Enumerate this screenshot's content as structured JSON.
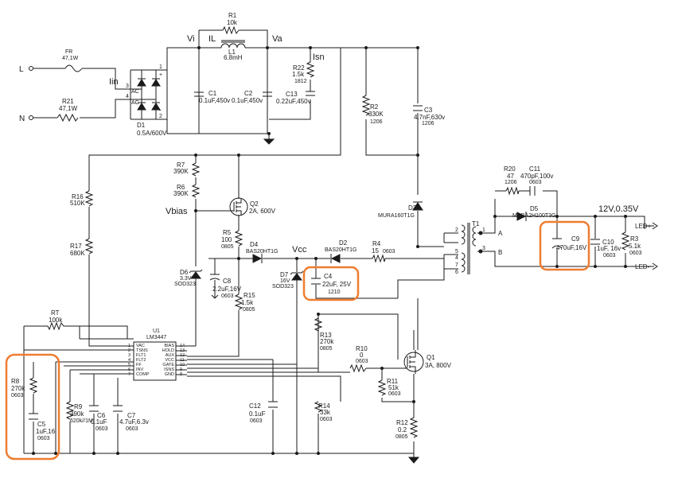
{
  "highlight_color": "#ed7d31",
  "nets": {
    "vi": "Vi",
    "il": "IL",
    "va": "Va",
    "iin": "Iin",
    "isn": "Isn",
    "vbias": "Vbias",
    "vcc": "Vcc"
  },
  "terminals": {
    "l": "L",
    "n": "N",
    "a": "A",
    "b": "B",
    "led_plus": "LED+",
    "led_minus": "LED-"
  },
  "output_label": "12V,0.35V",
  "components": {
    "fr": {
      "ref": "FR",
      "val": "47,1W"
    },
    "r21": {
      "ref": "R21",
      "val": "47,1W"
    },
    "d1": {
      "ref": "D1",
      "val": "0.5A/600V"
    },
    "bridge_pins": {
      "p1": "1",
      "p2": "2",
      "p3": "3",
      "p4": "4",
      "ac1": "AC",
      "ac2": "AC",
      "plus": "+",
      "minus": "-"
    },
    "r1": {
      "ref": "R1",
      "val": "10k"
    },
    "l1": {
      "ref": "L1",
      "val": "6.8mH"
    },
    "c1": {
      "ref": "C1",
      "val": "0.1uF,450v"
    },
    "c2": {
      "ref": "C2",
      "val": "0.1uF,450v"
    },
    "r22": {
      "ref": "R22",
      "val": "1.5k",
      "pkg": "1812"
    },
    "c13": {
      "ref": "C13",
      "val": "0.22uF,450v"
    },
    "r2": {
      "ref": "R2",
      "val": "330K",
      "pkg": "1206"
    },
    "c3": {
      "ref": "C3",
      "val": "4.7nF,630v",
      "pkg": "1206"
    },
    "r7": {
      "ref": "R7",
      "val": "390K"
    },
    "r6": {
      "ref": "R6",
      "val": "390K"
    },
    "r16": {
      "ref": "R16",
      "val": "510K"
    },
    "r17": {
      "ref": "R17",
      "val": "680K"
    },
    "q2": {
      "ref": "Q2",
      "val": "2A, 600V"
    },
    "r5": {
      "ref": "R5",
      "val": "100",
      "pkg": "0805"
    },
    "d6": {
      "ref": "D6",
      "val": "3.3V",
      "pkg": "SOD323"
    },
    "c8": {
      "ref": "C8",
      "val": "2.2uF,16V",
      "pkg": "0603"
    },
    "r15": {
      "ref": "R15",
      "val": "1.5k",
      "pkg": "0805"
    },
    "d4": {
      "ref": "D4",
      "val": "BAS20HT1G"
    },
    "d2": {
      "ref": "D2",
      "val": "BAS20HT1G"
    },
    "r4": {
      "ref": "R4",
      "val": "15",
      "pkg": "0603"
    },
    "d7": {
      "ref": "D7",
      "val": "16V",
      "pkg": "SOD323"
    },
    "c4": {
      "ref": "C4",
      "val": "22uF, 25V",
      "pkg": "1210"
    },
    "d3": {
      "ref": "D3",
      "val": "MURA160T1G"
    },
    "t1": {
      "ref": "T1",
      "pins": [
        "2",
        "1",
        "3",
        "5",
        "4",
        "7",
        "6"
      ]
    },
    "r20": {
      "ref": "R20",
      "val": "47",
      "pkg": "1206"
    },
    "c11": {
      "ref": "C11",
      "val": "470pF,100v",
      "pkg": "0603"
    },
    "d5": {
      "ref": "D5",
      "val": "MBRA2H100T3G"
    },
    "c9": {
      "ref": "C9",
      "val": "470uF,16V"
    },
    "c10": {
      "ref": "C10",
      "val": "1uF, 16v",
      "pkg": "0603"
    },
    "r3": {
      "ref": "R3",
      "val": "5.1k",
      "pkg": "0603"
    },
    "rt": {
      "ref": "RT",
      "val": "100k"
    },
    "u1": {
      "ref": "U1",
      "val": "LM3447"
    },
    "r8": {
      "ref": "R8",
      "val": "270k",
      "pkg": "0603"
    },
    "c5": {
      "ref": "C5",
      "val": "1uF,16",
      "pkg": "0603"
    },
    "r9": {
      "ref": "R9",
      "val": "390k",
      "pkg": "620k//1M"
    },
    "c6": {
      "ref": "C6",
      "val": "0.1uF",
      "pkg": "0603"
    },
    "c7": {
      "ref": "C7",
      "val": "4.7uF,6.3v",
      "pkg": "0603"
    },
    "c12": {
      "ref": "C12",
      "val": "0.1uF",
      "pkg": "0603"
    },
    "r13": {
      "ref": "R13",
      "val": "270k",
      "pkg": "0805"
    },
    "r14": {
      "ref": "R14",
      "val": "33k",
      "pkg": "0603"
    },
    "r10": {
      "ref": "R10",
      "val": "0",
      "pkg": "0603"
    },
    "r11": {
      "ref": "R11",
      "val": "51k",
      "pkg": "0603"
    },
    "q1": {
      "ref": "Q1",
      "val": "3A, 800V"
    },
    "r12": {
      "ref": "R12",
      "val": "0.2",
      "pkg": "0805"
    }
  },
  "ic_pins_left": [
    {
      "num": "1",
      "name": "VAC"
    },
    {
      "num": "2",
      "name": "TSNS"
    },
    {
      "num": "3",
      "name": "FLT1"
    },
    {
      "num": "4",
      "name": "FLT2"
    },
    {
      "num": "5",
      "name": "FF"
    },
    {
      "num": "6",
      "name": "INV"
    },
    {
      "num": "7",
      "name": "COMP"
    }
  ],
  "ic_pins_right": [
    {
      "num": "14",
      "name": "BIAS"
    },
    {
      "num": "13",
      "name": "HOLD"
    },
    {
      "num": "12",
      "name": "AUX"
    },
    {
      "num": "11",
      "name": "VCC"
    },
    {
      "num": "10",
      "name": "GATE"
    },
    {
      "num": "9",
      "name": "ISNS"
    },
    {
      "num": "8",
      "name": "GND"
    }
  ]
}
